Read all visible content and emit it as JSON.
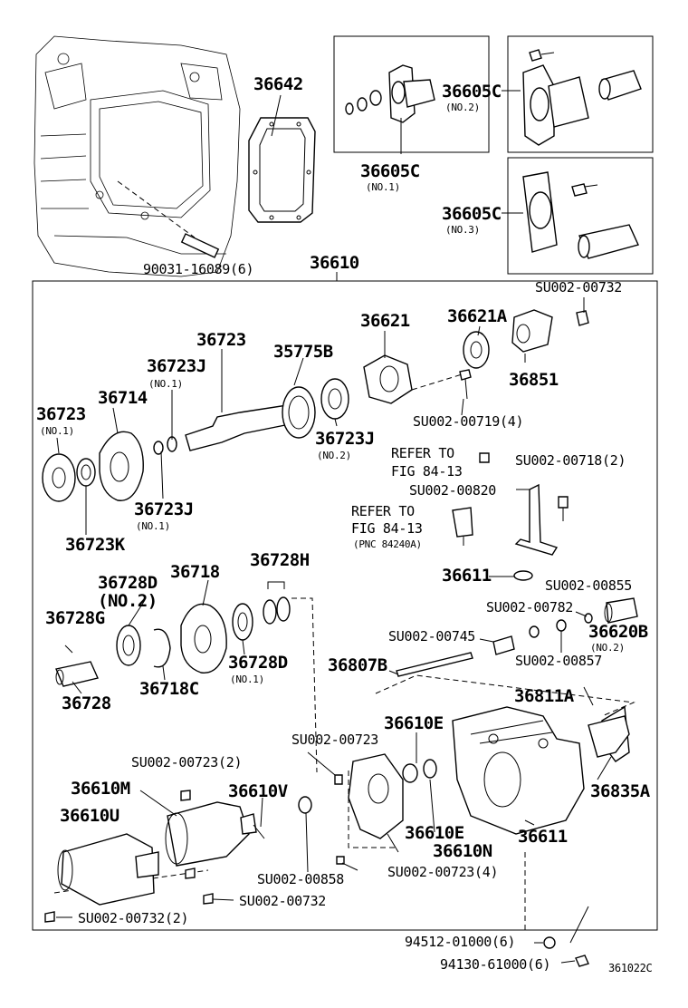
{
  "figure_code": "361022C",
  "labels": {
    "p36642": "36642",
    "p36605c_1": "36605C",
    "p36605c_1_note": "(NO.1)",
    "p36605c_2": "36605C",
    "p36605c_2_note": "(NO.2)",
    "p36605c_3": "36605C",
    "p36605c_3_note": "(NO.3)",
    "p90031": "90031-16089(6)",
    "p36610": "36610",
    "p_su732_top": "SU002-00732",
    "p36621": "36621",
    "p36621a": "36621A",
    "p36723": "36723",
    "p35775b": "35775B",
    "p36851": "36851",
    "p36723j_top": "36723J",
    "p36723j_top_note": "(NO.1)",
    "p36714": "36714",
    "p36723_left": "36723",
    "p36723_left_note": "(NO.1)",
    "p36723j_mid": "36723J",
    "p36723j_mid_note": "(NO.2)",
    "p_su719": "SU002-00719(4)",
    "refer1_line1": "REFER TO",
    "refer1_line2": "FIG 84-13",
    "p_su718": "SU002-00718(2)",
    "p_su820": "SU002-00820",
    "p36723j_bot": "36723J",
    "p36723j_bot_note": "(NO.1)",
    "p36723k": "36723K",
    "refer2_line1": "REFER TO",
    "refer2_line2": "FIG 84-13",
    "refer2_line3": "(PNC 84240A)",
    "p36728h": "36728H",
    "p36718": "36718",
    "p36728d_top": "36728D",
    "p36728d_top_note": "(NO.2)",
    "p36611_washer": "36611",
    "p_su855": "SU002-00855",
    "p36728g": "36728G",
    "p_su782": "SU002-00782",
    "p36620b": "36620B",
    "p36620b_note": "(NO.2)",
    "p_su745": "SU002-00745",
    "p36728d_bot": "36728D",
    "p36728d_bot_note": "(NO.1)",
    "p_su857": "SU002-00857",
    "p36807b": "36807B",
    "p36728": "36728",
    "p36718c": "36718C",
    "p36811a": "36811A",
    "p36610e_top": "36610E",
    "p_su723_a": "SU002-00723",
    "p_su723_b": "SU002-00723(2)",
    "p36610m": "36610M",
    "p36610v": "36610V",
    "p36835a": "36835A",
    "p36610u": "36610U",
    "p36610e_bot": "36610E",
    "p36611_case": "36611",
    "p36610n": "36610N",
    "p_su858": "SU002-00858",
    "p_su723_4": "SU002-00723(4)",
    "p_su732_mid": "SU002-00732",
    "p_su732_bot": "SU002-00732(2)",
    "p94512": "94512-01000(6)",
    "p94130": "94130-61000(6)"
  }
}
